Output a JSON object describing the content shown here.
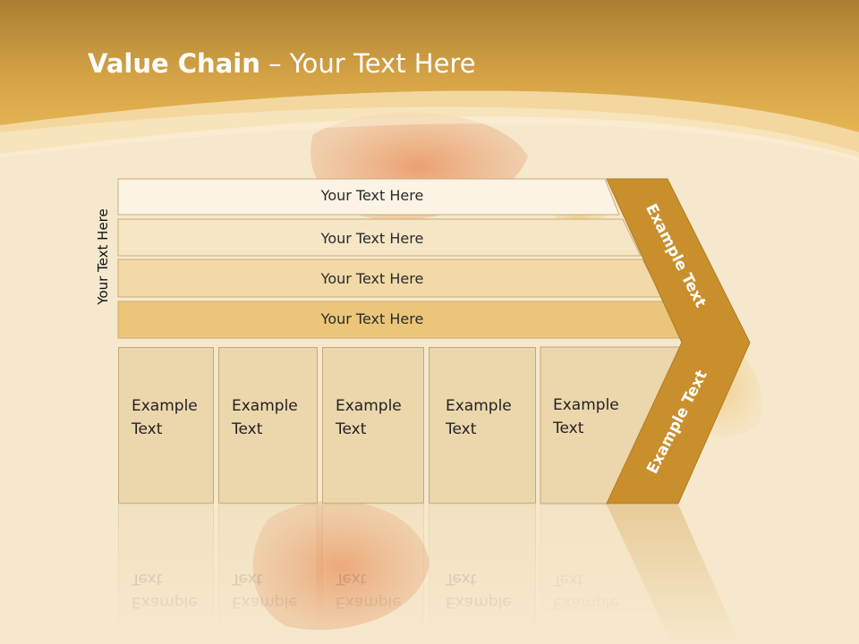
{
  "slide": {
    "title_bold": "Value Chain",
    "title_rest": " – Your Text Here",
    "side_label": "Your Text Here"
  },
  "rows": [
    {
      "label": "Your Text Here",
      "fill": "#fbf3e4"
    },
    {
      "label": "Your Text Here",
      "fill": "#f6e6c6"
    },
    {
      "label": "Your Text Here",
      "fill": "#f1d9a8"
    },
    {
      "label": "Your Text Here",
      "fill": "#ebc67a"
    }
  ],
  "boxes": [
    {
      "line1": "Example",
      "line2": "Text"
    },
    {
      "line1": "Example",
      "line2": "Text"
    },
    {
      "line1": "Example",
      "line2": "Text"
    },
    {
      "line1": "Example",
      "line2": "Text"
    },
    {
      "line1": "Example",
      "line2": "Text"
    }
  ],
  "chevron": {
    "upper_label": "Example Text",
    "lower_label": "Example Text",
    "color": "#c98f2c"
  },
  "colors": {
    "header_band": "#dba84a",
    "background": "#f6e8cc",
    "box_fill": "#ecd6ac"
  }
}
